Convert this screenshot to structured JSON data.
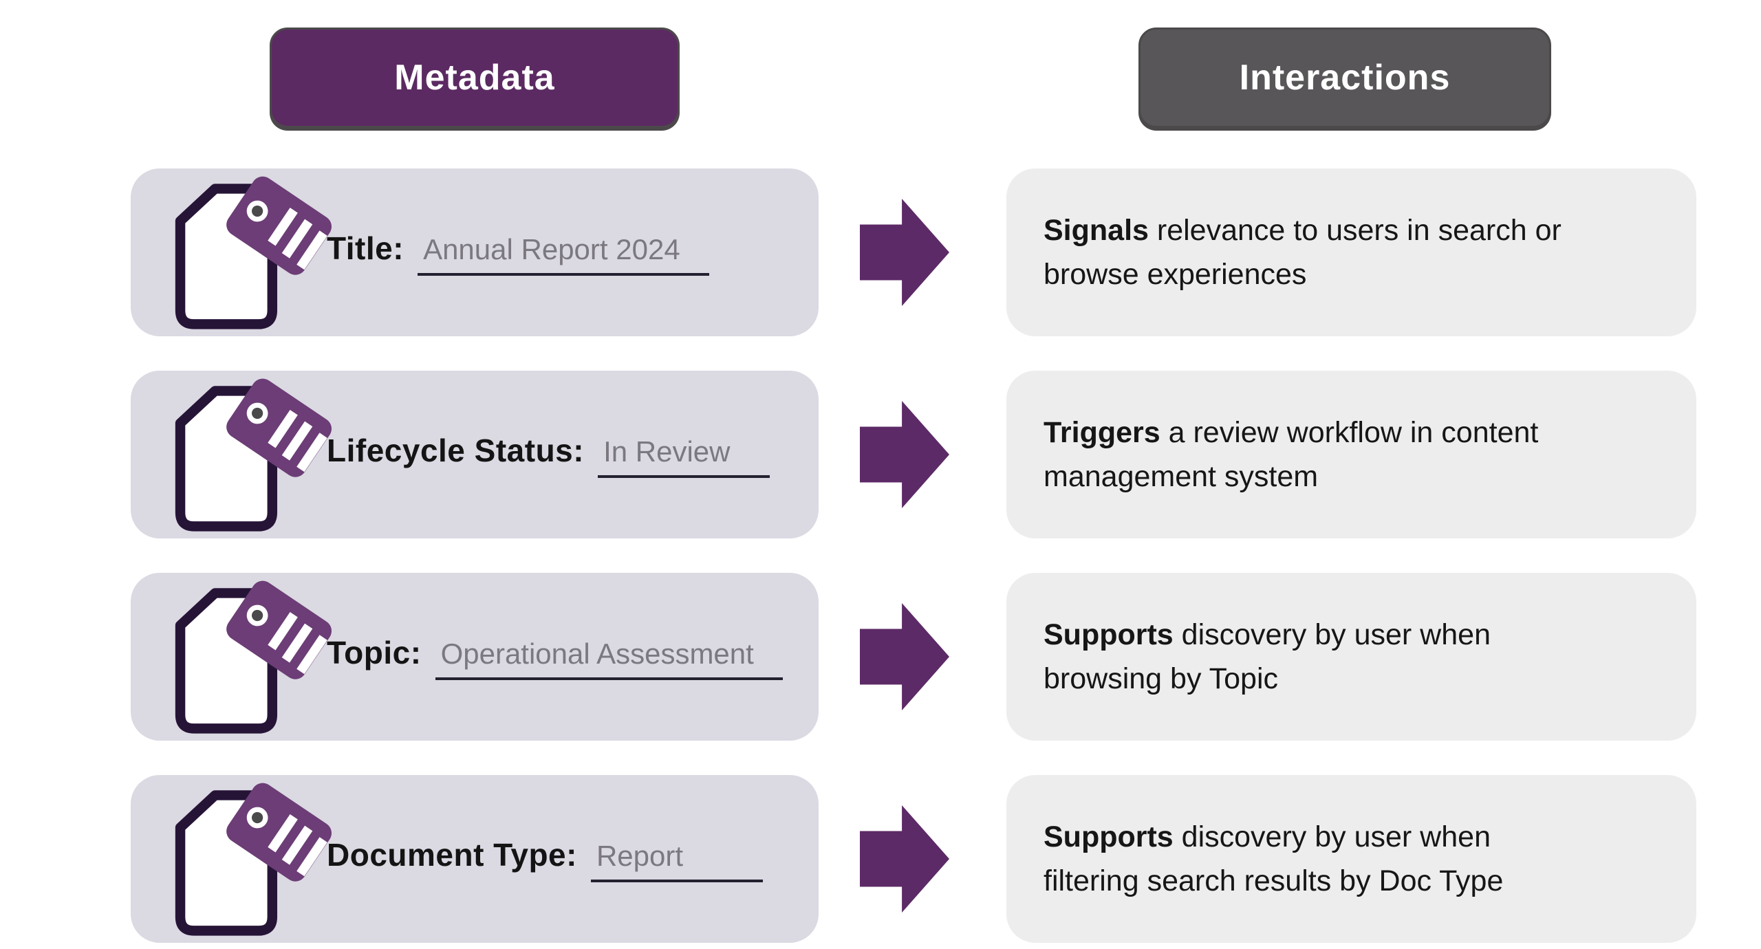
{
  "headers": {
    "metadata": "Metadata",
    "interactions": "Interactions"
  },
  "colors": {
    "metadata_header_bg": "#5c2a62",
    "interactions_header_bg": "#595659",
    "header_text": "#ffffff",
    "metadata_card_bg": "#dbd9e2",
    "interaction_card_bg": "#eeedee",
    "arrow": "#5c2a66",
    "tag_icon_purple": "#6c3d76",
    "document_outline": "#261437",
    "label_text": "#141414",
    "value_text": "#7b7880",
    "underline": "#232030"
  },
  "icons": {
    "row_icon": "document-with-tag-icon"
  },
  "rows": [
    {
      "label": "Title:",
      "value": "Annual Report 2024",
      "interaction_lead": "Signals",
      "interaction_line1": " relevance to users in search or",
      "interaction_line2": "browse experiences"
    },
    {
      "label": "Lifecycle Status:",
      "value": "In Review",
      "interaction_lead": "Triggers",
      "interaction_line1": " a review workflow in content",
      "interaction_line2": "management system"
    },
    {
      "label": "Topic:",
      "value": "Operational Assessment",
      "interaction_lead": "Supports",
      "interaction_line1": " discovery by user when",
      "interaction_line2": "browsing by Topic"
    },
    {
      "label": "Document Type:",
      "value": "Report",
      "interaction_lead": "Supports",
      "interaction_line1": " discovery by user when",
      "interaction_line2": "filtering search results by Doc Type"
    }
  ]
}
